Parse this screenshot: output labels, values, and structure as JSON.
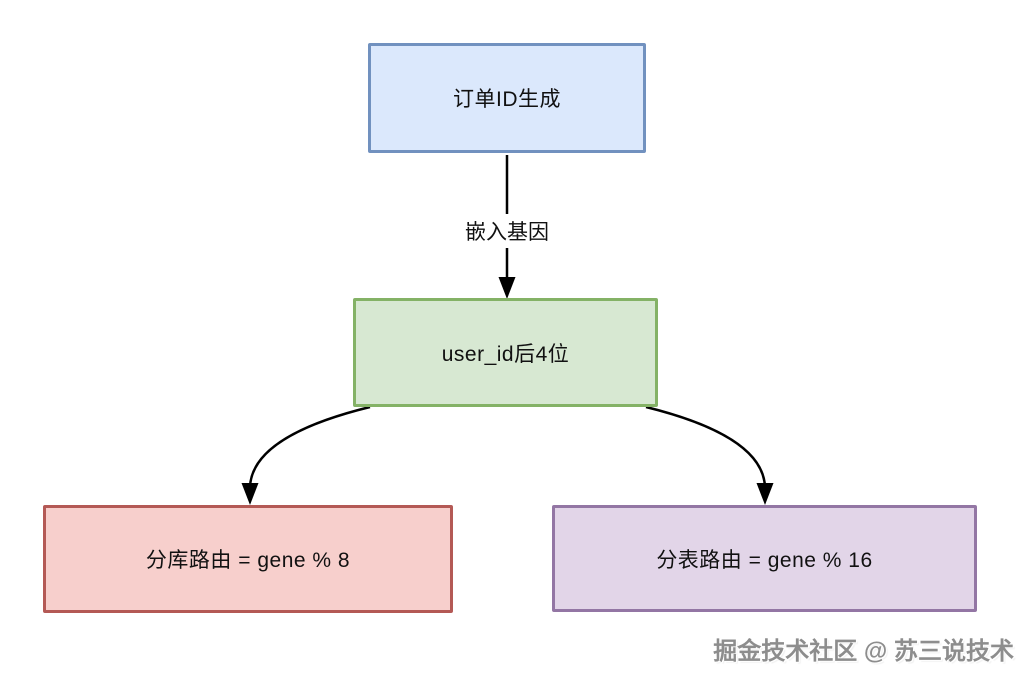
{
  "diagram": {
    "title_hint": "order-id gene sharding flowchart",
    "nodes": {
      "order_id": {
        "label": "订单ID生成",
        "fill": "#dbe8fc",
        "border": "#7191bf"
      },
      "user_id": {
        "label": "user_id后4位",
        "fill": "#d7e8d2",
        "border": "#84b266"
      },
      "db_route": {
        "label": "分库路由 = gene % 8",
        "fill": "#f7cfcc",
        "border": "#b45955"
      },
      "table_route": {
        "label": "分表路由 = gene % 16",
        "fill": "#e2d5e8",
        "border": "#9376a4"
      }
    },
    "edges": {
      "embed_gene": {
        "label": "嵌入基因"
      }
    },
    "edge_color": "#000000",
    "background": "#ffffff",
    "watermark": "掘金技术社区 @ 苏三说技术"
  }
}
